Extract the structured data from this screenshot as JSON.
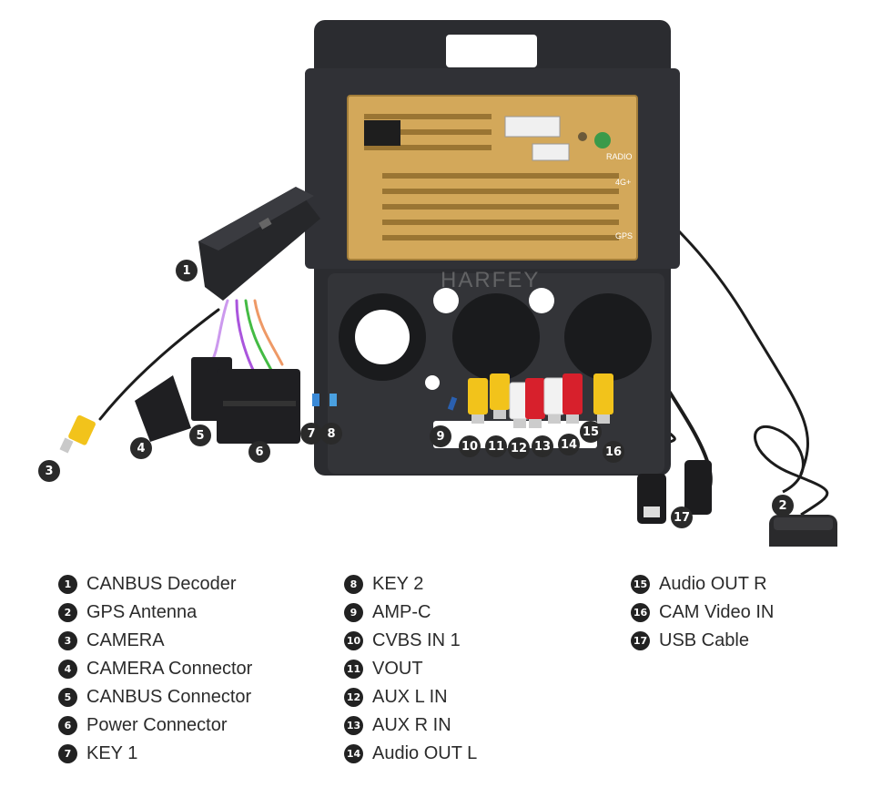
{
  "watermark": "HARFEY",
  "unit_labels": {
    "radio": "RADIO",
    "gps": "GPS",
    "fourg": "4G+"
  },
  "callouts": [
    {
      "num": "1",
      "label": "CANBUS Decoder"
    },
    {
      "num": "2",
      "label": "GPS Antenna"
    },
    {
      "num": "3",
      "label": "CAMERA"
    },
    {
      "num": "4",
      "label": "CAMERA Connector"
    },
    {
      "num": "5",
      "label": "CANBUS Connector"
    },
    {
      "num": "6",
      "label": "Power Connector"
    },
    {
      "num": "7",
      "label": "KEY 1"
    },
    {
      "num": "8",
      "label": "KEY 2"
    },
    {
      "num": "9",
      "label": "AMP-C"
    },
    {
      "num": "10",
      "label": "CVBS IN 1"
    },
    {
      "num": "11",
      "label": "VOUT"
    },
    {
      "num": "12",
      "label": "AUX L IN"
    },
    {
      "num": "13",
      "label": "AUX R IN"
    },
    {
      "num": "14",
      "label": "Audio OUT L"
    },
    {
      "num": "15",
      "label": "Audio OUT R"
    },
    {
      "num": "16",
      "label": "CAM Video IN"
    },
    {
      "num": "17",
      "label": "USB Cable"
    }
  ],
  "colors": {
    "panel": "#2b2c30",
    "board": "#d3a85a",
    "decoder": "#26272a",
    "rca_yellow": "#f2c31b",
    "rca_white": "#f2f2f2",
    "rca_red": "#d7202c"
  }
}
